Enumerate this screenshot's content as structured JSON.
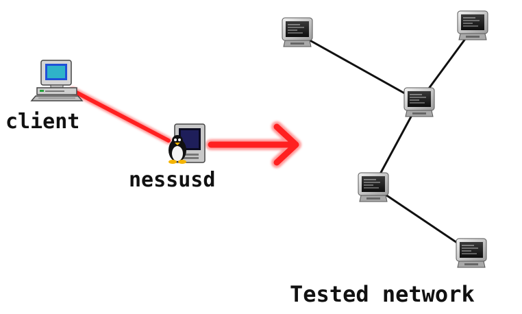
{
  "labels": {
    "client": "client",
    "nessusd": "nessusd",
    "tested_network": "Tested network"
  },
  "colors": {
    "link": "#ff2020",
    "wire": "#111111"
  },
  "icons": {
    "client": "desktop-computer-icon",
    "nessusd": "linux-server-icon",
    "node": "server-terminal-icon",
    "arrow": "arrow-right-icon"
  }
}
